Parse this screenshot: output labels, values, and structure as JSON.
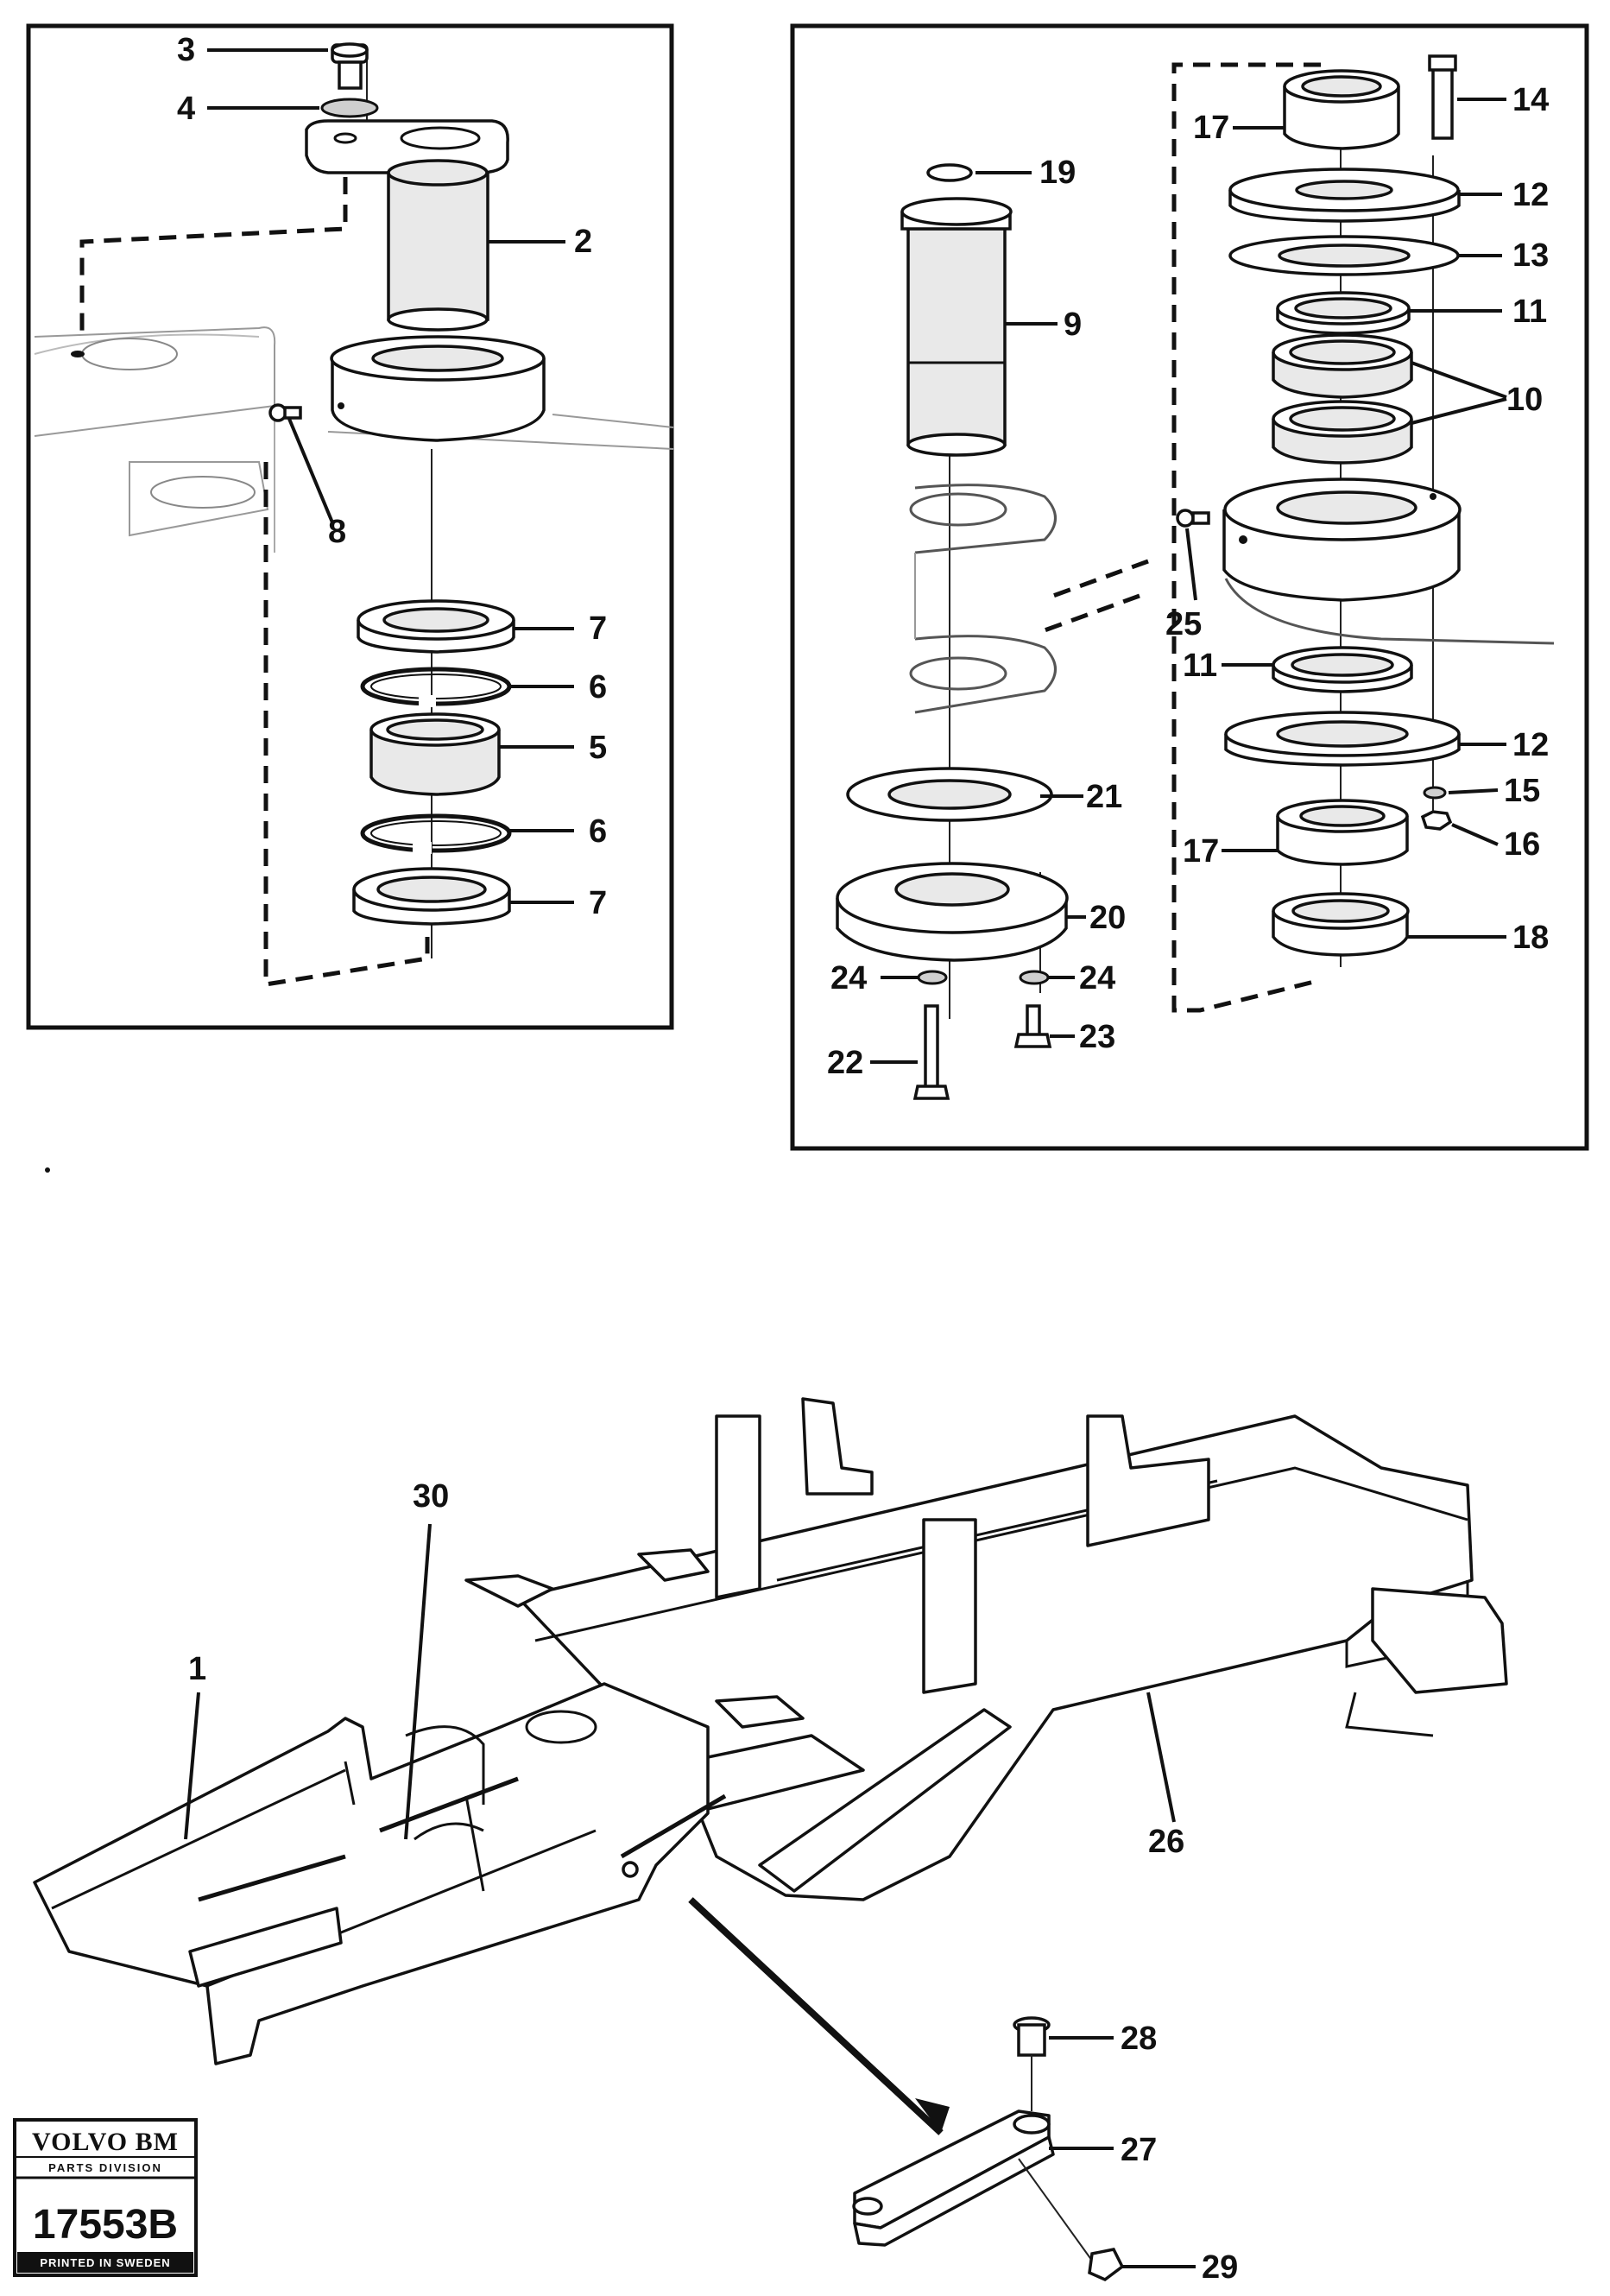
{
  "callouts": {
    "left_panel": [
      "3",
      "4",
      "2",
      "8",
      "7",
      "6",
      "5",
      "6",
      "7"
    ],
    "right_panel": [
      "14",
      "17",
      "19",
      "12",
      "13",
      "9",
      "11",
      "10",
      "25",
      "11",
      "12",
      "21",
      "15",
      "17",
      "16",
      "20",
      "18",
      "24",
      "24",
      "22",
      "23"
    ],
    "frame": [
      "30",
      "1",
      "26",
      "28",
      "27",
      "29"
    ]
  },
  "logo": {
    "brand": "VOLVO BM",
    "division": "PARTS DIVISION",
    "number": "17553B",
    "footer": "PRINTED IN SWEDEN"
  }
}
